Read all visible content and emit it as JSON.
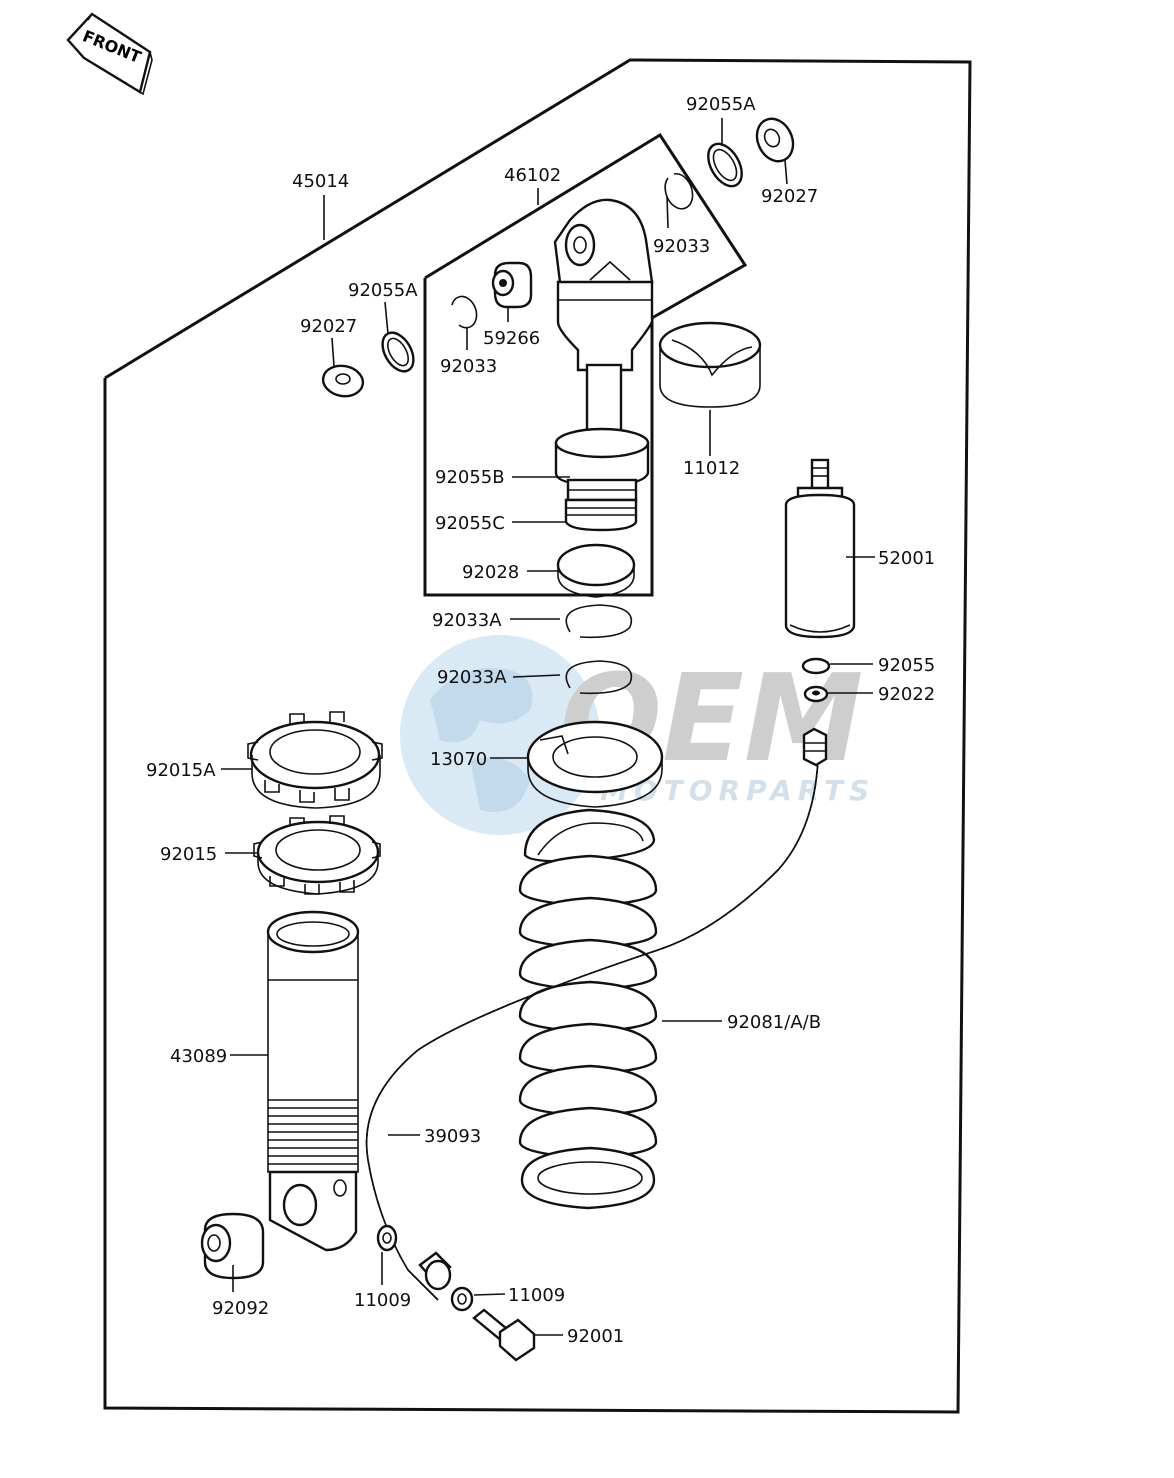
{
  "front_marker": "FRONT",
  "watermark": {
    "main": "OEM",
    "sub": "MOTORPARTS"
  },
  "labels": {
    "p45014": "45014",
    "p46102": "46102",
    "p92055A_top": "92055A",
    "p92027_top": "92027",
    "p92033_top": "92033",
    "p92055A_left": "92055A",
    "p92027_left": "92027",
    "p92033_left": "92033",
    "p59266": "59266",
    "p11012": "11012",
    "p92055B": "92055B",
    "p92055C": "92055C",
    "p92028": "92028",
    "p92033A_1": "92033A",
    "p92033A_2": "92033A",
    "p52001": "52001",
    "p92055": "92055",
    "p92022": "92022",
    "p13070": "13070",
    "p92015A": "92015A",
    "p92015": "92015",
    "p92081": "92081/A/B",
    "p43089": "43089",
    "p39093": "39093",
    "p92092": "92092",
    "p11009_left": "11009",
    "p11009_right": "11009",
    "p92001": "92001"
  },
  "colors": {
    "line": "#111111",
    "watermark_blue": "#cfe3f3",
    "watermark_gray": "#d8d8d8"
  }
}
